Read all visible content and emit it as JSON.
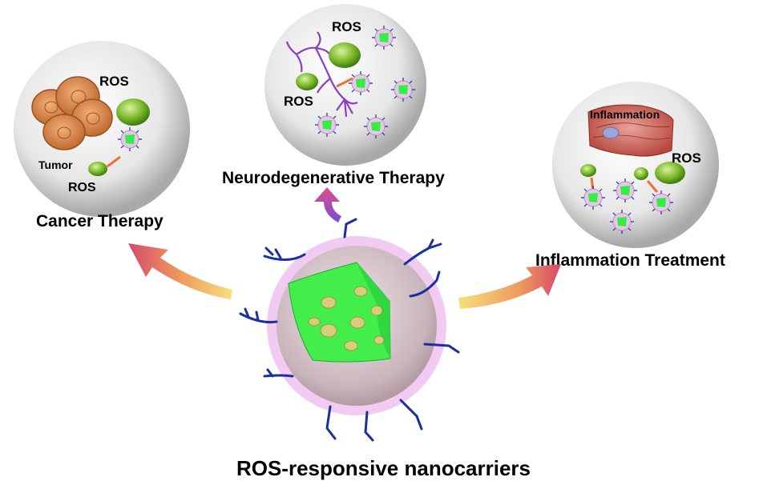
{
  "title": "ROS-responsive nanocarriers",
  "panels": {
    "cancer": {
      "caption": "Cancer Therapy",
      "labels": [
        "ROS",
        "Tumor",
        "ROS"
      ]
    },
    "neuro": {
      "caption": "Neurodegenerative Therapy",
      "labels": [
        "ROS",
        "ROS"
      ]
    },
    "inflammation": {
      "caption": "Inflammation Treatment",
      "labels": [
        "Inflammation",
        "ROS"
      ]
    }
  },
  "colors": {
    "core": "#33ee44",
    "shell": "#e8b8e8",
    "ligand": "#1a2fa0",
    "arrow": "#e0604a",
    "ros_particle": "#7ab82a"
  }
}
